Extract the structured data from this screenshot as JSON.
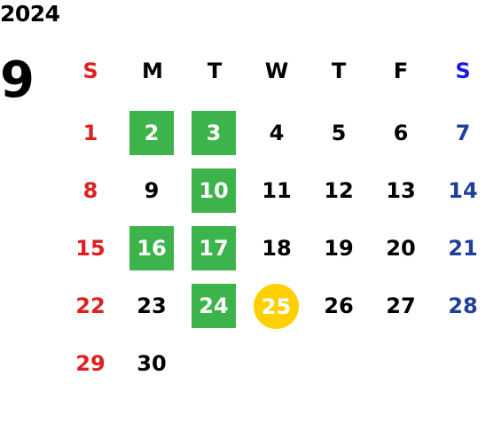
{
  "year": "2024",
  "month": "9",
  "weekdays": [
    "S",
    "M",
    "T",
    "W",
    "T",
    "F",
    "S"
  ],
  "weeks": [
    [
      "1",
      "2",
      "3",
      "4",
      "5",
      "6",
      "7"
    ],
    [
      "8",
      "9",
      "10",
      "11",
      "12",
      "13",
      "14"
    ],
    [
      "15",
      "16",
      "17",
      "18",
      "19",
      "20",
      "21"
    ],
    [
      "22",
      "23",
      "24",
      "25",
      "26",
      "27",
      "28"
    ],
    [
      "29",
      "30",
      "",
      "",
      "",
      "",
      ""
    ]
  ],
  "highlighted_days": [
    "2",
    "3",
    "10",
    "16",
    "17",
    "24"
  ],
  "today": "25",
  "colors": {
    "sunday": "#e02020",
    "saturday": "#1f3f9a",
    "saturday_header": "#1a1ae0",
    "highlight": "#3cb44b",
    "today": "#ffd000"
  }
}
